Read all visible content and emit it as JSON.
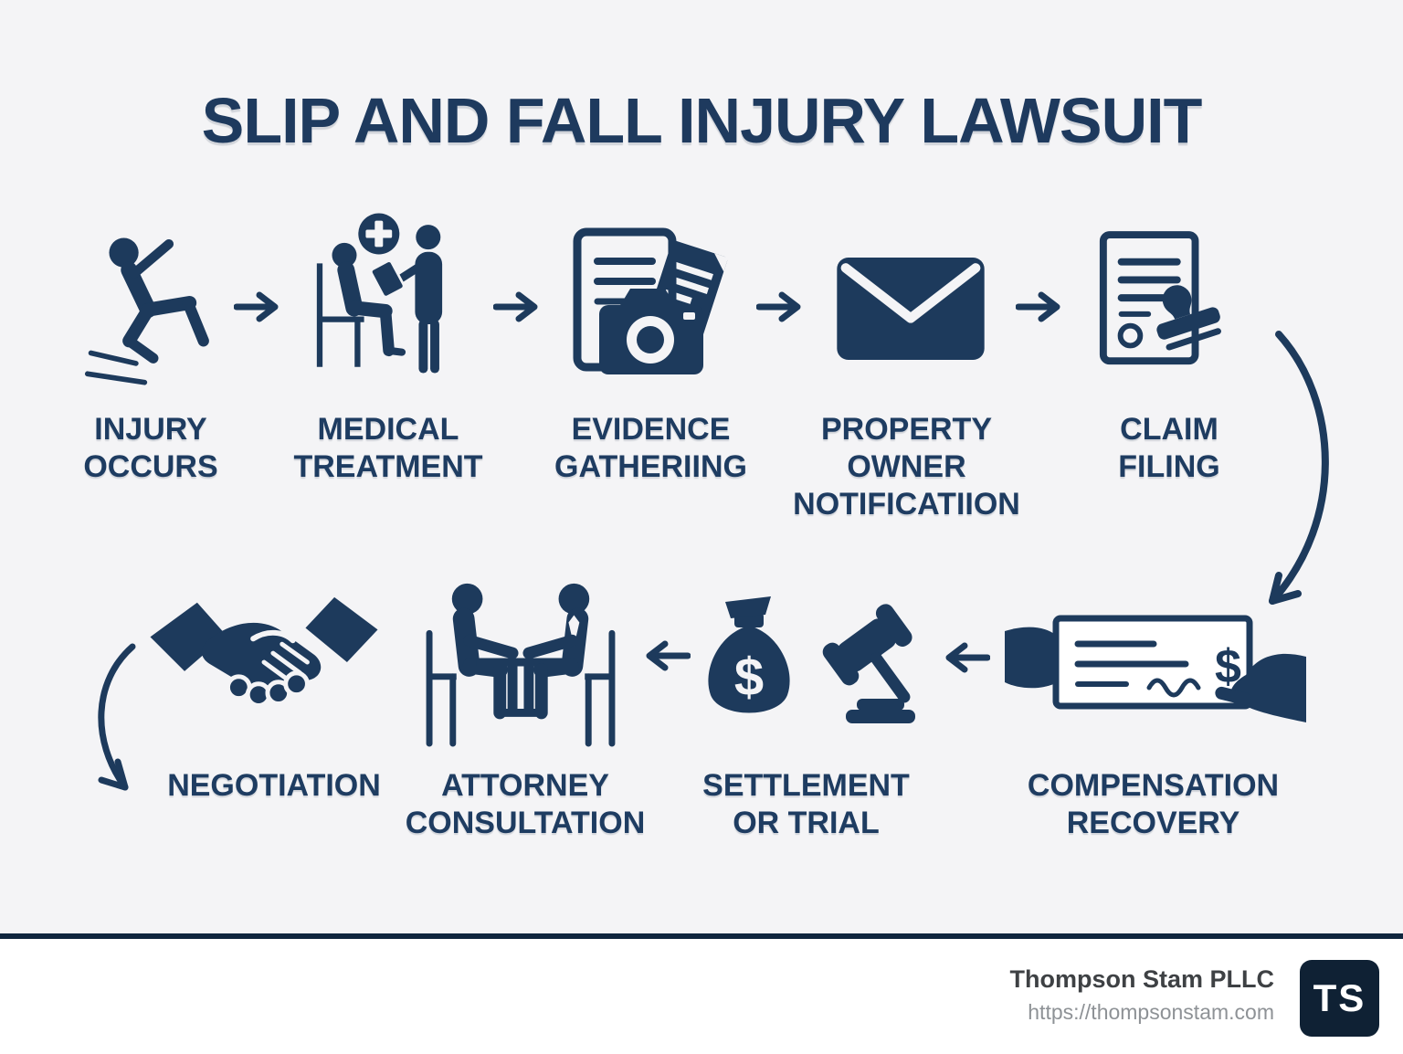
{
  "title": "SLIP AND FALL INJURY LAWSUIT",
  "colors": {
    "navy": "#1d3a5c",
    "background": "#f4f4f6",
    "divider": "#10263e",
    "footer_background": "#ffffff",
    "logo_background": "#0f2134",
    "footer_company_color": "#3e4144",
    "footer_url_color": "#8e9296"
  },
  "steps": [
    {
      "id": "injury-occurs",
      "icon": "person-slipping-icon",
      "lines": [
        "INJURY",
        "OCCURS"
      ]
    },
    {
      "id": "medical-treatment",
      "icon": "doctor-patient-icon",
      "lines": [
        "MEDICAL",
        "TREATMENT"
      ]
    },
    {
      "id": "evidence-gathering",
      "icon": "camera-documents-icon",
      "lines": [
        "EVIDENCE",
        "GATHERIING"
      ]
    },
    {
      "id": "property-owner-notification",
      "icon": "envelope-icon",
      "lines": [
        "PROPERTY",
        "OWNER",
        "NOTIFICATIION"
      ]
    },
    {
      "id": "claim-filing",
      "icon": "document-stamp-icon",
      "lines": [
        "CLAIM",
        "FILING"
      ]
    },
    {
      "id": "compensation-recovery",
      "icon": "check-in-hands-icon",
      "lines": [
        "COMPENSATION",
        "RECOVERY"
      ]
    },
    {
      "id": "settlement-or-trial",
      "icon": "money-bag-gavel-icon",
      "lines": [
        "SETTLEMENT",
        "OR TRIAL"
      ]
    },
    {
      "id": "attorney-consultation",
      "icon": "consultation-table-icon",
      "lines": [
        "ATTORNEY",
        "CONSULTATION"
      ]
    },
    {
      "id": "negotiation",
      "icon": "handshake-icon",
      "lines": [
        "NEGOTIATION"
      ]
    }
  ],
  "footer": {
    "company": "Thompson Stam PLLC",
    "url": "https://thompsonstam.com",
    "logo_text": "TS"
  }
}
